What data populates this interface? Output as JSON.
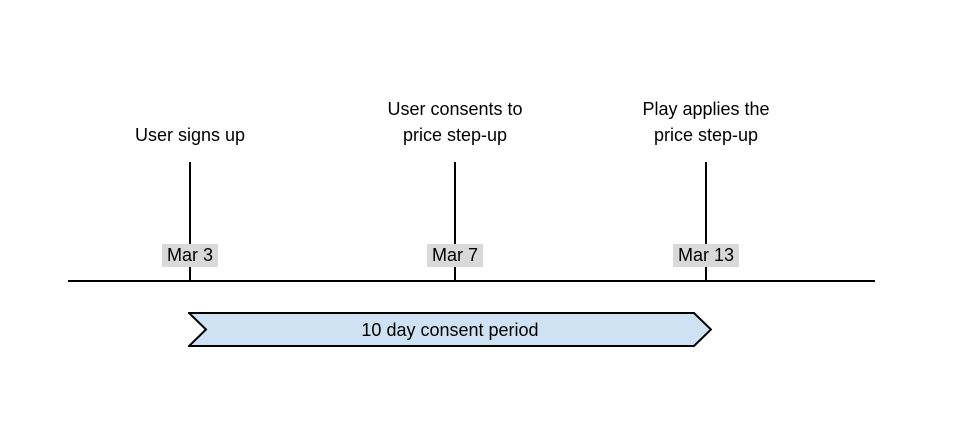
{
  "diagram": {
    "type": "timeline",
    "events": [
      {
        "label_lines": [
          "User signs up"
        ],
        "date": "Mar 3"
      },
      {
        "label_lines": [
          "User consents to",
          "price step-up"
        ],
        "date": "Mar 7"
      },
      {
        "label_lines": [
          "Play applies the",
          "price step-up"
        ],
        "date": "Mar 13"
      }
    ],
    "period": {
      "label": "10 day consent period"
    },
    "colors": {
      "background": "#ffffff",
      "axis_line": "#000000",
      "event_text": "#000000",
      "date_chip_background": "#d9d9d9",
      "banner_fill": "#cfe2f3",
      "banner_border": "#000000"
    }
  }
}
